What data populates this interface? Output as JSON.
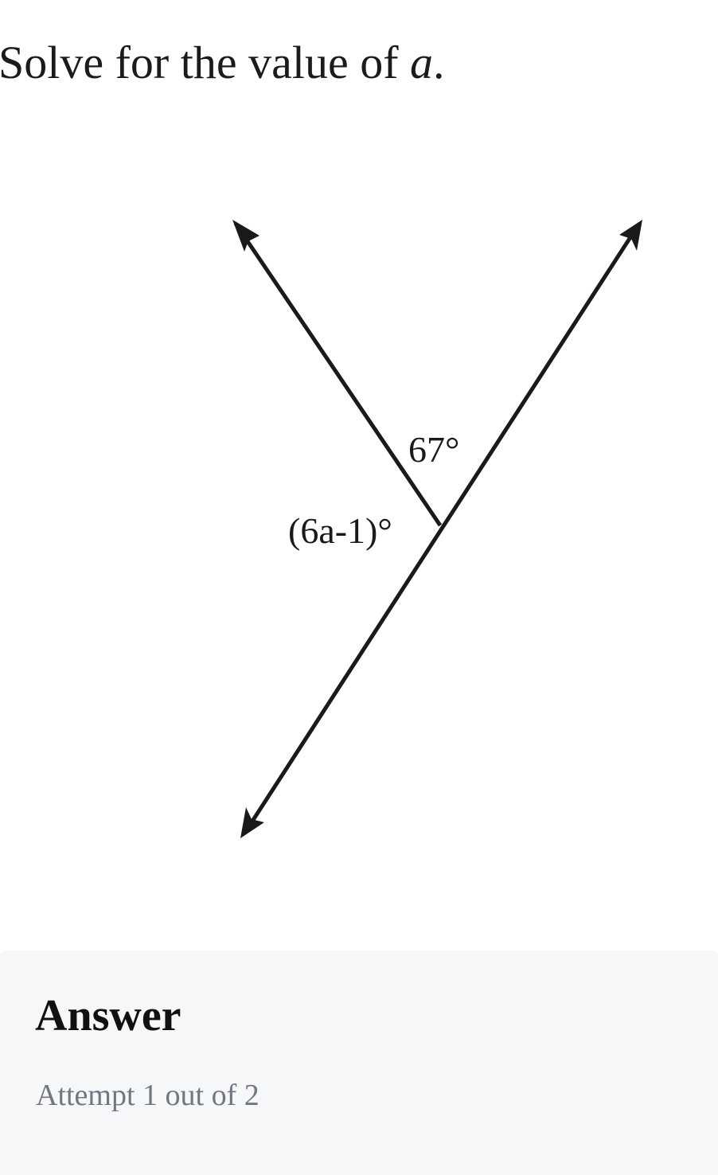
{
  "question": {
    "prefix": "Solve for the value of ",
    "variable": "a",
    "suffix": "."
  },
  "diagram": {
    "angle_upper": "67°",
    "angle_left": "(6a-1)°"
  },
  "answer": {
    "title": "Answer",
    "attempt": "Attempt 1 out of 2"
  },
  "colors": {
    "ink": "#1a1a1a",
    "panel_bg": "#f6f7f9",
    "muted_text": "#727680"
  }
}
